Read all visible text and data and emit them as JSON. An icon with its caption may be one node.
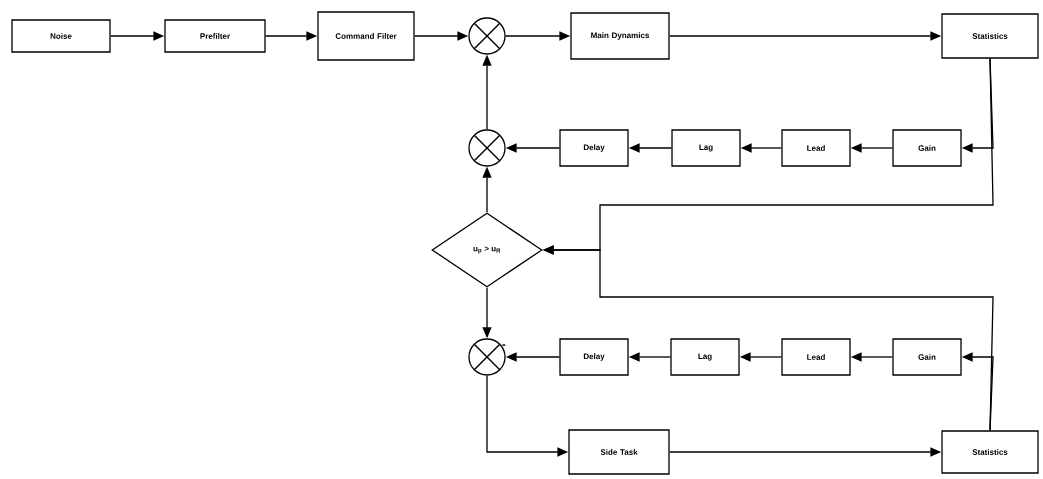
{
  "diagram": {
    "nodes": [
      {
        "text": [
          "Noise"
        ]
      },
      {
        "text": [
          "Prefilter"
        ]
      },
      {
        "text": [
          "Command Filter"
        ]
      },
      {
        "text": [],
        "shape": "circle"
      },
      {
        "text": [
          "Main Dynamics"
        ]
      },
      {
        "text": [
          "Statistics"
        ]
      },
      {
        "text": [],
        "shape": "circle"
      },
      {
        "text": [
          "Delay"
        ]
      },
      {
        "text": [
          "Lag"
        ]
      },
      {
        "text": [
          "Lead"
        ]
      },
      {
        "text": [
          "Gain"
        ]
      },
      {
        "text": [
          "u$_{p}$ > u$_{R}$"
        ]
      },
      {
        "text": [],
        "shape": "circle",
        "beside": [
          "-"
        ]
      },
      {
        "text": [
          "Delay"
        ]
      },
      {
        "text": [
          "Lag"
        ]
      },
      {
        "text": [
          "Lead"
        ]
      },
      {
        "text": [
          "Gain"
        ]
      },
      {
        "text": [
          "Side Task"
        ]
      },
      {
        "text": [
          "Statistics"
        ]
      }
    ],
    "edges": [
      {
        "from": 0,
        "to": 1,
        "arrow": "to"
      },
      {
        "from": 1,
        "to": 2,
        "arrow": "to"
      },
      {
        "from": 2,
        "to": 3,
        "arrow": "to"
      },
      {
        "from": 3,
        "to": 4,
        "arrow": "to"
      },
      {
        "from": 4,
        "to": 5,
        "arrow": "to"
      },
      {
        "from": 5,
        "to": 10,
        "arrow": "to"
      },
      {
        "from": 5,
        "to": 11,
        "arrow": "to"
      },
      {
        "from": 10,
        "to": 9,
        "arrow": "to"
      },
      {
        "from": 9,
        "to": 8,
        "arrow": "to"
      },
      {
        "from": 8,
        "to": 7,
        "arrow": "to"
      },
      {
        "from": 7,
        "to": 6,
        "arrow": "to"
      },
      {
        "from": 6,
        "to": 3,
        "arrow": "to"
      },
      {
        "from": 11,
        "to": 6,
        "arrow": "to"
      },
      {
        "from": 11,
        "to": 12,
        "arrow": "to"
      },
      {
        "from": 18,
        "to": 16,
        "arrow": "to"
      },
      {
        "from": 18,
        "to": 11,
        "arrow": "to"
      },
      {
        "from": 16,
        "to": 15,
        "arrow": "to"
      },
      {
        "from": 15,
        "to": 14,
        "arrow": "to"
      },
      {
        "from": 14,
        "to": 13,
        "arrow": "to"
      },
      {
        "from": 13,
        "to": 12,
        "arrow": "to"
      },
      {
        "from": 12,
        "to": 17,
        "arrow": "to"
      },
      {
        "from": 17,
        "to": 18,
        "arrow": "to"
      }
    ]
  }
}
